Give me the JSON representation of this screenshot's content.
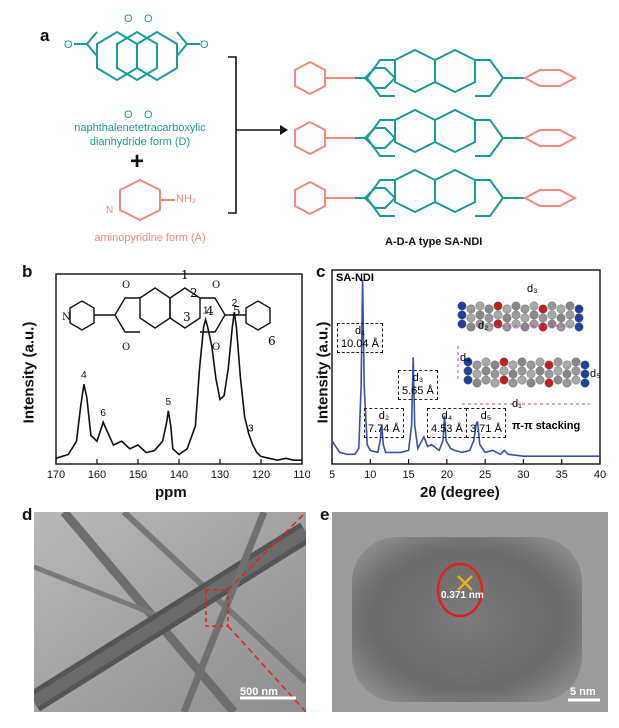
{
  "panels": {
    "a": {
      "letter": "a",
      "reactant_d_label_line1": "naphthalenetetracarboxylic",
      "reactant_d_label_line2": "dianhydride form (D)",
      "plus": "+",
      "reactant_a_label": "aminopyridine form (A)",
      "nh2": "NH₂",
      "product_label": "A-D-A type SA-NDI",
      "colors": {
        "donor": "#1b9a96",
        "acceptor": "#f08a80"
      }
    },
    "b": {
      "letter": "b",
      "ylabel": "Intensity (a.u.)",
      "xlabel": "ppm",
      "structure_numbers": [
        "1",
        "2",
        "3",
        "4",
        "5",
        "6"
      ]
    },
    "c": {
      "letter": "c",
      "sample": "SA-NDI",
      "ylabel": "Intensity (a.u.)",
      "xlabel": "2θ (degree)",
      "stacking_label": "π-π stacking",
      "d_labels": [
        {
          "name": "d₁",
          "value": "10.04 Å"
        },
        {
          "name": "d₂",
          "value": "7.74 Å"
        },
        {
          "name": "d₃",
          "value": "5.65 Å"
        },
        {
          "name": "d₄",
          "value": "4.53 Å"
        },
        {
          "name": "d₅",
          "value": "3.71 Å"
        }
      ],
      "model_labels": [
        "d₃",
        "d₂",
        "d₄",
        "d₅",
        "d₁"
      ]
    },
    "d": {
      "letter": "d",
      "scale_bar": "500 nm"
    },
    "e": {
      "letter": "e",
      "scale_bar": "5 nm",
      "lattice": "0.371 nm"
    }
  },
  "chart_data": [
    {
      "type": "line",
      "panel": "b",
      "xlabel": "ppm",
      "ylabel": "Intensity (a.u.)",
      "xlim": [
        170,
        110
      ],
      "xticks": [
        170,
        160,
        150,
        140,
        130,
        120,
        110
      ],
      "x": [
        170,
        167,
        165,
        164,
        163.2,
        162.5,
        161.5,
        160,
        158.5,
        157.5,
        156,
        154,
        152,
        150,
        148,
        146,
        144,
        143,
        142.6,
        142,
        141.5,
        140,
        138,
        136,
        135,
        134,
        133.5,
        133,
        132,
        131,
        130,
        129,
        128,
        127,
        126.5,
        126,
        125,
        124,
        123,
        122,
        121,
        120,
        118,
        116,
        114,
        112,
        110
      ],
      "y": [
        0.03,
        0.05,
        0.12,
        0.3,
        0.42,
        0.35,
        0.15,
        0.12,
        0.22,
        0.17,
        0.1,
        0.12,
        0.08,
        0.1,
        0.06,
        0.07,
        0.12,
        0.22,
        0.28,
        0.2,
        0.08,
        0.05,
        0.08,
        0.2,
        0.5,
        0.72,
        0.76,
        0.72,
        0.62,
        0.45,
        0.34,
        0.36,
        0.5,
        0.72,
        0.8,
        0.72,
        0.45,
        0.25,
        0.16,
        0.1,
        0.06,
        0.04,
        0.03,
        0.02,
        0.03,
        0.02,
        0.02
      ],
      "peak_labels": [
        {
          "label": "4",
          "x": 163.2,
          "y": 0.42
        },
        {
          "label": "6",
          "x": 158.5,
          "y": 0.22
        },
        {
          "label": "5",
          "x": 142.6,
          "y": 0.28
        },
        {
          "label": "1",
          "x": 133.5,
          "y": 0.76
        },
        {
          "label": "2",
          "x": 126.5,
          "y": 0.8
        },
        {
          "label": "3",
          "x": 122.5,
          "y": 0.14
        }
      ]
    },
    {
      "type": "line",
      "panel": "c",
      "xlabel": "2θ (degree)",
      "ylabel": "Intensity (a.u.)",
      "xlim": [
        5,
        40
      ],
      "xticks": [
        5,
        10,
        15,
        20,
        25,
        30,
        35,
        40
      ],
      "x": [
        5,
        6,
        7,
        8,
        8.5,
        8.8,
        9.0,
        9.2,
        9.6,
        10,
        11,
        11.3,
        11.5,
        11.7,
        12,
        13,
        14,
        15,
        15.4,
        15.6,
        15.8,
        16.2,
        17,
        17.5,
        18,
        19,
        19.5,
        19.7,
        19.9,
        20.5,
        21,
        22,
        23,
        23.5,
        23.8,
        24,
        24.3,
        25,
        26,
        27,
        27.5,
        28,
        30,
        32,
        34,
        36,
        38,
        40
      ],
      "y": [
        0.12,
        0.06,
        0.05,
        0.05,
        0.08,
        0.4,
        0.95,
        0.4,
        0.1,
        0.07,
        0.06,
        0.12,
        0.2,
        0.1,
        0.06,
        0.06,
        0.06,
        0.07,
        0.2,
        0.55,
        0.2,
        0.08,
        0.14,
        0.09,
        0.1,
        0.07,
        0.12,
        0.25,
        0.12,
        0.08,
        0.07,
        0.06,
        0.07,
        0.12,
        0.2,
        0.22,
        0.1,
        0.06,
        0.07,
        0.05,
        0.07,
        0.05,
        0.04,
        0.04,
        0.04,
        0.04,
        0.04,
        0.04
      ]
    }
  ]
}
